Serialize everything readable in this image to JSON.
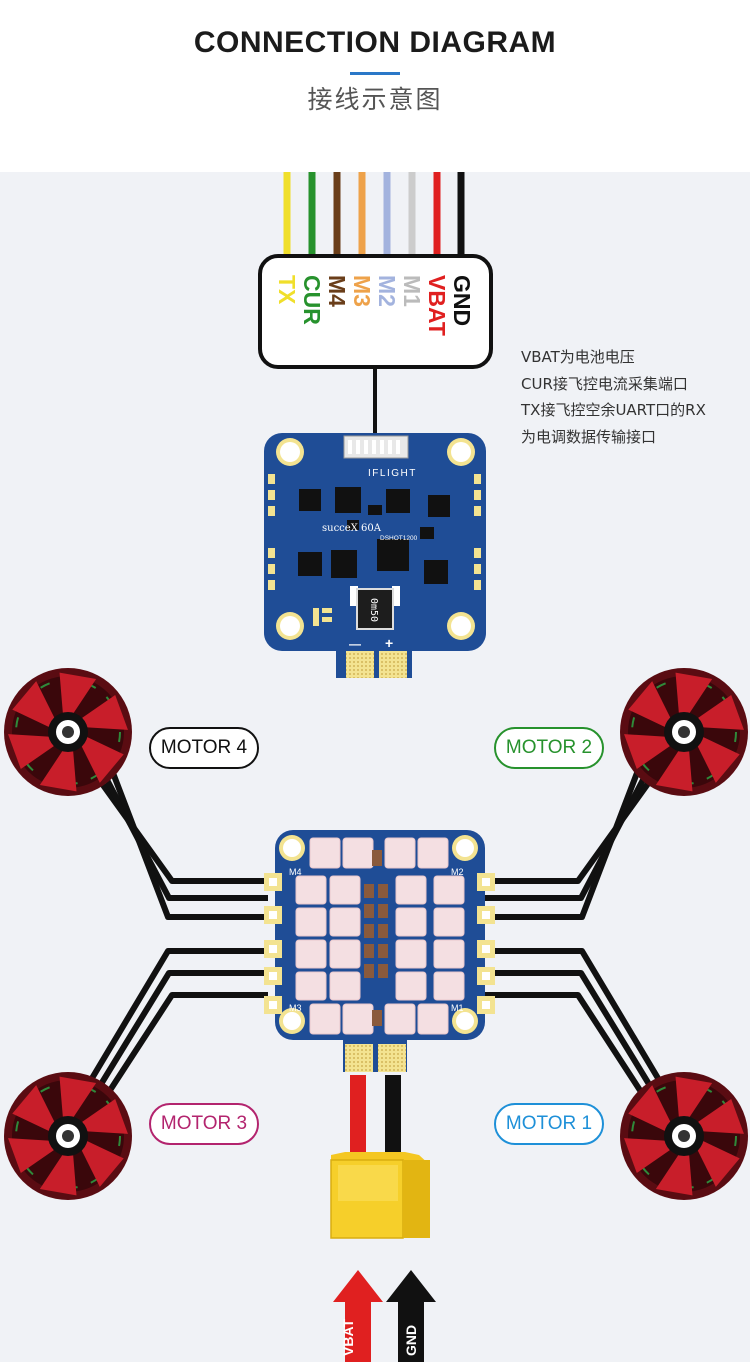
{
  "header": {
    "title": "CONNECTION DIAGRAM",
    "subtitle": "接线示意图"
  },
  "connector": {
    "pins": [
      {
        "label": "GND",
        "color": "#111111"
      },
      {
        "label": "VBAT",
        "color": "#e02020"
      },
      {
        "label": "M1",
        "color": "#bbbbbb"
      },
      {
        "label": "M2",
        "color": "#a3b3de"
      },
      {
        "label": "M3",
        "color": "#eea24a"
      },
      {
        "label": "M4",
        "color": "#6a3e1a"
      },
      {
        "label": "CUR",
        "color": "#27922d"
      },
      {
        "label": "TX",
        "color": "#f0df2b"
      }
    ]
  },
  "notes": [
    "VBAT为电池电压",
    "CUR接飞控电流采集端口",
    "TX接飞控空余UART口的RX",
    "为电调数据传输接口"
  ],
  "esc_top": {
    "brand": "IFLIGHT",
    "model": "succeX 60A",
    "protocol": "DSHOT1200",
    "resistor": "0m50",
    "minus": "—",
    "plus": "+"
  },
  "esc_bottom": {
    "pads": [
      "M4",
      "M2",
      "M3",
      "M1"
    ]
  },
  "motors": [
    {
      "label": "MOTOR 4",
      "color": "#111111"
    },
    {
      "label": "MOTOR 2",
      "color": "#27922d"
    },
    {
      "label": "MOTOR 3",
      "color": "#b3246e"
    },
    {
      "label": "MOTOR 1",
      "color": "#1e90d8"
    }
  ],
  "power": {
    "vbat": "VBAT",
    "gnd": "GND",
    "vbat_color": "#e02020",
    "gnd_color": "#111111"
  },
  "colors": {
    "board": "#1f4d96",
    "gold": "#f3e391",
    "motor_red": "#c81e2a",
    "motor_dark": "#5a0c12"
  }
}
